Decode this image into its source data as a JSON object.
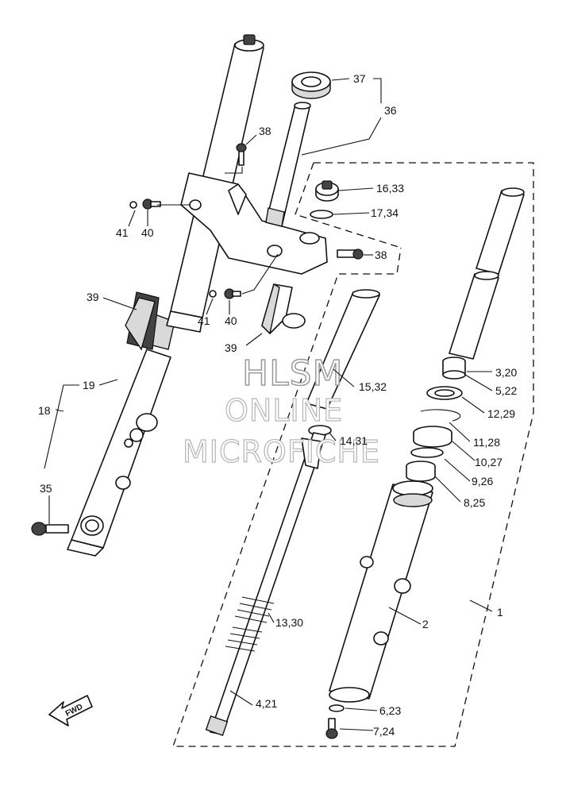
{
  "watermark": {
    "line1": "HLSM",
    "line2": "ONLINE",
    "line3": "MICROFICHE"
  },
  "direction_badge": "FWD",
  "callouts": {
    "c1": "1",
    "c2": "2",
    "c3": "3,20",
    "c4": "4,21",
    "c5": "5,22",
    "c6": "6,23",
    "c7": "7,24",
    "c8": "8,25",
    "c9": "9,26",
    "c10": "10,27",
    "c11": "11,28",
    "c12": "12,29",
    "c13": "13,30",
    "c14": "14,31",
    "c15": "15,32",
    "c16": "16,33",
    "c17": "17,34",
    "c18": "18",
    "c19": "19",
    "c35": "35",
    "c36": "36",
    "c37": "37",
    "c38a": "38",
    "c38b": "38",
    "c39a": "39",
    "c39b": "39",
    "c40a": "40",
    "c40b": "40",
    "c41a": "41",
    "c41b": "41"
  }
}
